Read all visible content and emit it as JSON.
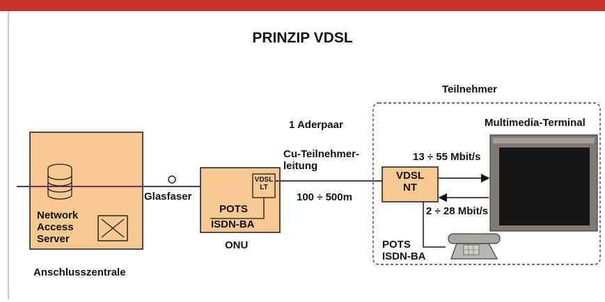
{
  "title": "PRINZIP VDSL",
  "exchange": {
    "server_label_lines": [
      "Network",
      "Access",
      "Server"
    ],
    "caption": "Anschlusszentrale"
  },
  "fiber_label": "Glasfaser",
  "onu": {
    "inner_box_lines": [
      "VDSL",
      "LT"
    ],
    "pots": "POTS",
    "isdn": "ISDN-BA",
    "caption": "ONU"
  },
  "line": {
    "pair": "1 Aderpaar",
    "cable_lines": [
      "Cu-Teilnehmer-",
      "leitung"
    ],
    "distance": "100 ÷ 500m"
  },
  "subscriber": {
    "label": "Teilnehmer",
    "nt_lines": [
      "VDSL",
      "NT"
    ],
    "downstream": "13 ÷ 55 Mbit/s",
    "upstream": "2 ÷ 28 Mbit/s",
    "terminal_label": "Multimedia-Terminal",
    "phone_lines": [
      "POTS",
      "ISDN-BA"
    ]
  },
  "colors": {
    "accent_bar": "#c8322a",
    "exchange_fill": "#f6c991",
    "onu_fill": "#f6c991",
    "line_color": "#6b2a6a"
  }
}
